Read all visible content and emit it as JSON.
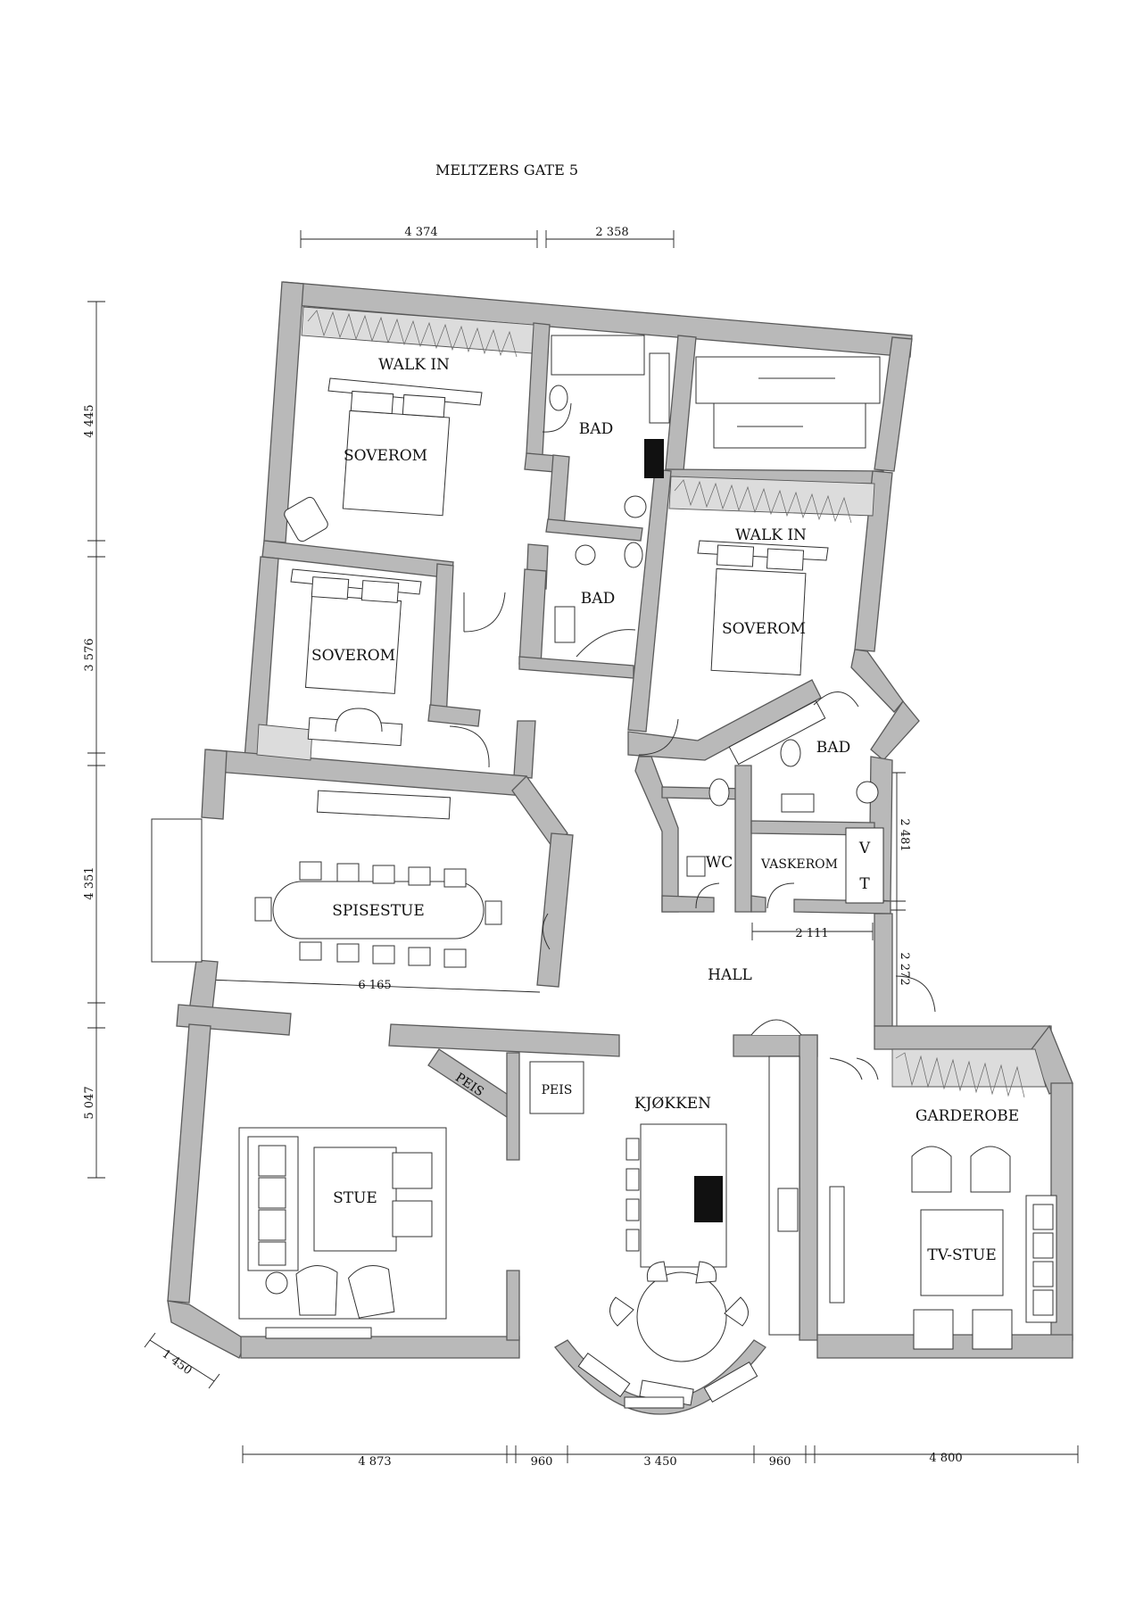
{
  "title": "MELTZERS GATE 5",
  "rooms": {
    "walk_in_1": "WALK IN",
    "soverom_1": "SOVEROM",
    "bad_1": "BAD",
    "soverom_2": "SOVEROM",
    "bad_2": "BAD",
    "walk_in_2": "WALK IN",
    "soverom_3": "SOVEROM",
    "bad_3": "BAD",
    "wc": "WC",
    "vaskerom": "VASKEROM",
    "washer": "V",
    "dryer": "T",
    "spisestue": "SPISESTUE",
    "hall": "HALL",
    "peis_1": "PEIS",
    "peis_2": "PEIS",
    "kjokken": "KJØKKEN",
    "garderobe": "GARDEROBE",
    "stue": "STUE",
    "tv_stue": "TV-STUE"
  },
  "dimensions": {
    "top_1": "4 374",
    "top_2": "2 358",
    "left_1": "4 445",
    "left_2": "3 576",
    "left_3": "4 351",
    "left_4": "5 047",
    "dining_width": "6 165",
    "right_1": "2 481",
    "right_2": "2 272",
    "laundry_width": "2 111",
    "diag": "1 450",
    "bottom_1": "4 873",
    "bottom_2": "960",
    "bottom_3": "3 450",
    "bottom_4": "960",
    "bottom_5": "4 800"
  }
}
